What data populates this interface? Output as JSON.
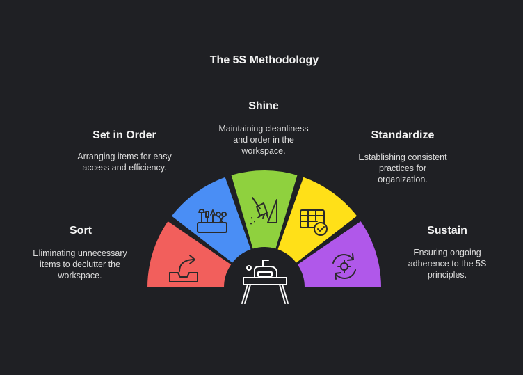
{
  "title": "The 5S Methodology",
  "steps": [
    {
      "name": "Sort",
      "description_lines": [
        "Eliminating unnecessary",
        "items to declutter the",
        "workspace."
      ],
      "color": "#f25f5c",
      "icon": "tray-arrow-icon"
    },
    {
      "name": "Set in Order",
      "description_lines": [
        "Arranging items for easy",
        "access and efficiency."
      ],
      "color": "#4a8ef5",
      "icon": "tool-organizer-icon"
    },
    {
      "name": "Shine",
      "description_lines": [
        "Maintaining cleanliness",
        "and order in the",
        "workspace."
      ],
      "color": "#8fd13e",
      "icon": "broom-icon"
    },
    {
      "name": "Standardize",
      "description_lines": [
        "Establishing consistent",
        "practices for",
        "organization."
      ],
      "color": "#ffe018",
      "icon": "checklist-table-icon"
    },
    {
      "name": "Sustain",
      "description_lines": [
        "Ensuring ongoing",
        "adherence to the 5S",
        "principles."
      ],
      "color": "#b058ea",
      "icon": "cycle-gear-icon"
    }
  ],
  "center_icon": "workbench-icon",
  "background": "#1f2024"
}
